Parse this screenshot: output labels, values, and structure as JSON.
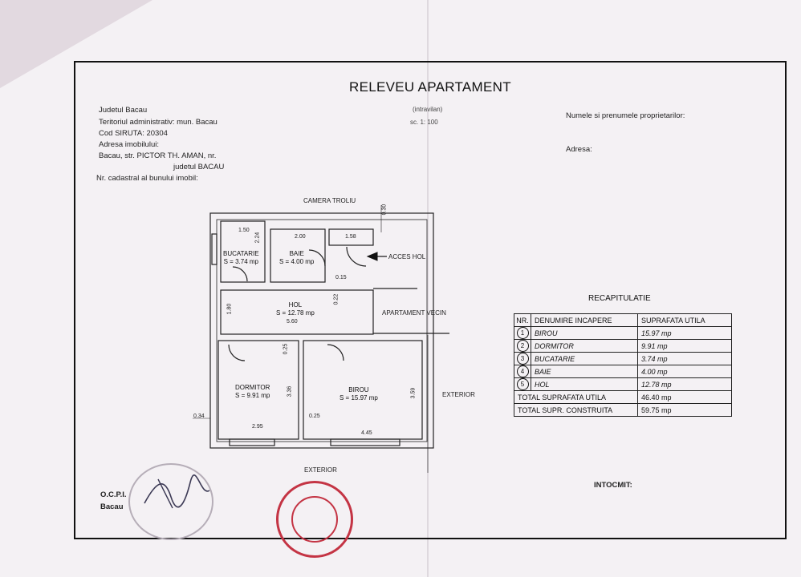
{
  "document": {
    "title": "RELEVEU APARTAMENT",
    "header_left": [
      "Judetul Bacau",
      "Teritoriul administrativ: mun. Bacau",
      "Cod SIRUTA: 20304",
      "Adresa imobilului:",
      "Bacau, str. PICTOR TH. AMAN, nr.",
      "judetul BACAU",
      "Nr. cadastral al bunului imobil:"
    ],
    "header_center": [
      "(intravilan)",
      "sc. 1: 100"
    ],
    "owner_label": "Numele si prenumele proprietarilor:",
    "address_label": "Adresa:",
    "ocpi": [
      "O.C.P.I.",
      "Bacau"
    ],
    "intocmit_label": "INTOCMIT:"
  },
  "plan": {
    "labels": {
      "camera_troliu": "CAMERA TROLIU",
      "acces_hol": "ACCES HOL",
      "apartament_vecin": "APARTAMENT VECIN",
      "exterior_right": "EXTERIOR",
      "exterior_bottom": "EXTERIOR"
    },
    "rooms": [
      {
        "name": "BUCATARIE",
        "area": "S = 3.74 mp"
      },
      {
        "name": "BAIE",
        "area": "S = 4.00 mp"
      },
      {
        "name": "HOL",
        "area": "S = 12.78 mp"
      },
      {
        "name": "DORMITOR",
        "area": "S = 9.91 mp"
      },
      {
        "name": "BIROU",
        "area": "S = 15.97 mp"
      }
    ],
    "dimensions": [
      "1.50",
      "2.24",
      "2.00",
      "1.58",
      "0.15",
      "0.22",
      "1.80",
      "5.60",
      "0.25",
      "3.36",
      "3.59",
      "2.95",
      "0.25",
      "4.45",
      "0.34",
      "0.30"
    ]
  },
  "recap": {
    "title": "RECAPITULATIE",
    "headers": [
      "NR.",
      "DENUMIRE INCAPERE",
      "SUPRAFATA UTILA"
    ],
    "rows": [
      {
        "nr": "1",
        "name": "BIROU",
        "area": "15.97 mp"
      },
      {
        "nr": "2",
        "name": "DORMITOR",
        "area": "9.91 mp"
      },
      {
        "nr": "3",
        "name": "BUCATARIE",
        "area": "3.74 mp"
      },
      {
        "nr": "4",
        "name": "BAIE",
        "area": "4.00 mp"
      },
      {
        "nr": "5",
        "name": "HOL",
        "area": "12.78 mp"
      }
    ],
    "total_utila_label": "TOTAL SUPRAFATA UTILA",
    "total_utila_value": "46.40 mp",
    "total_construita_label": "TOTAL SUPR. CONSTRUITA",
    "total_construita_value": "59.75 mp"
  },
  "colors": {
    "ink": "#111111",
    "stamp_red": "#c43444",
    "paper": "#f4f1f4"
  }
}
